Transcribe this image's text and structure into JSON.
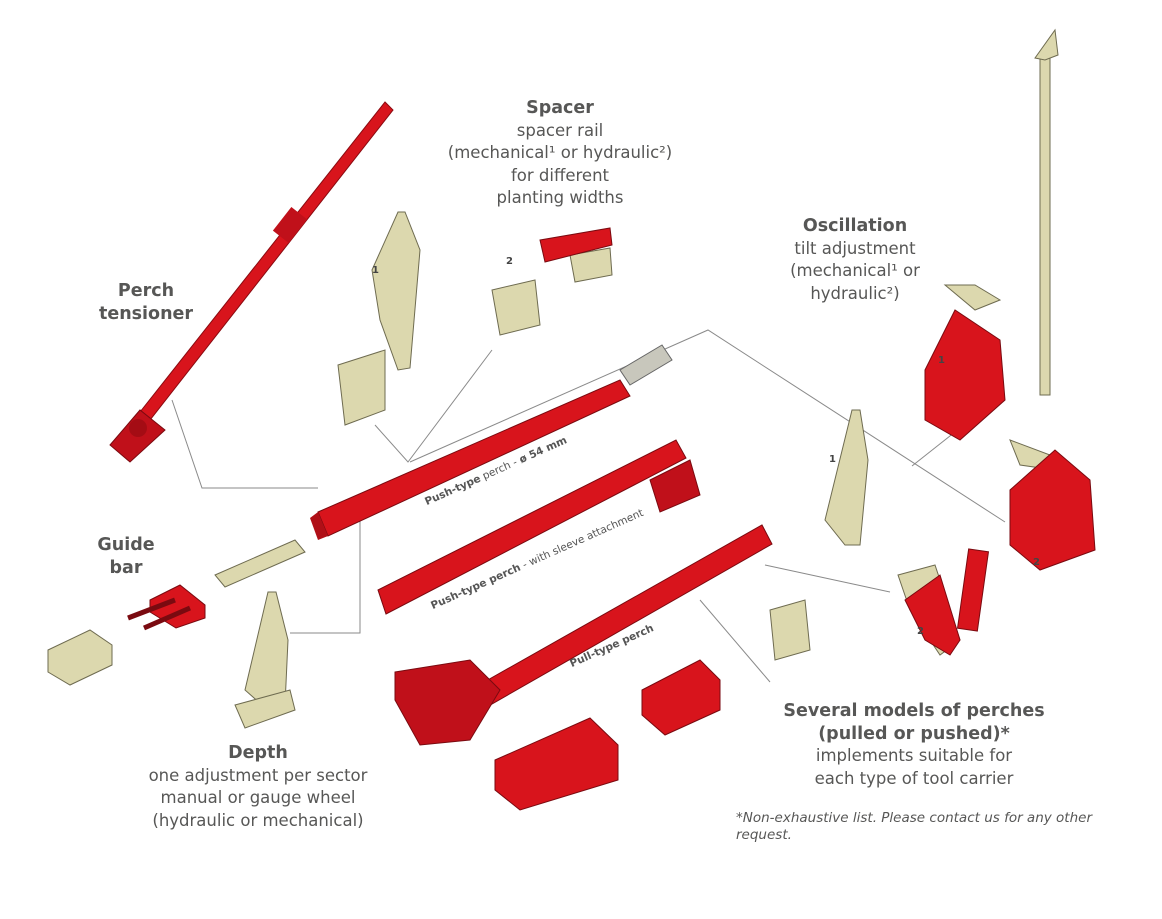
{
  "colors": {
    "red": "#d8141c",
    "khaki": "#dcd8ae",
    "text": "#575756",
    "line": "#8a8a8a"
  },
  "labels": {
    "spacer": {
      "title": "Spacer",
      "lines": [
        "spacer rail",
        "(mechanical¹ or hydraulic²)",
        "for different",
        "planting widths"
      ]
    },
    "perch_tensioner": {
      "lines": [
        "Perch",
        "tensioner"
      ]
    },
    "oscillation": {
      "title": "Oscillation",
      "lines": [
        "tilt adjustment",
        "(mechanical¹ or",
        "hydraulic²)"
      ]
    },
    "guide_bar": {
      "lines": [
        "Guide",
        "bar"
      ]
    },
    "depth": {
      "title": "Depth",
      "lines": [
        "one adjustment per sector",
        "manual or gauge wheel",
        "(hydraulic or mechanical)"
      ]
    },
    "perches": {
      "title_lines": [
        "Several models of perches",
        "(pulled or pushed)*"
      ],
      "lines": [
        "implements suitable for",
        "each type of tool carrier"
      ]
    }
  },
  "perch_labels": {
    "push_54": {
      "bold": "Push-type",
      "rest": " perch - ",
      "bold2": "ø 54 mm"
    },
    "push_sleeve": {
      "bold": "Push-type perch",
      "rest": " - with sleeve attachment"
    },
    "pull": {
      "bold": "Pull-type perch"
    }
  },
  "numbers": {
    "depth_1": "1",
    "spacer_2": "2",
    "osc_1": "1",
    "osc_2": "2",
    "depth2_1": "1",
    "depth2_2": "2"
  },
  "footnote": "*Non-exhaustive list. Please contact us for any other request."
}
